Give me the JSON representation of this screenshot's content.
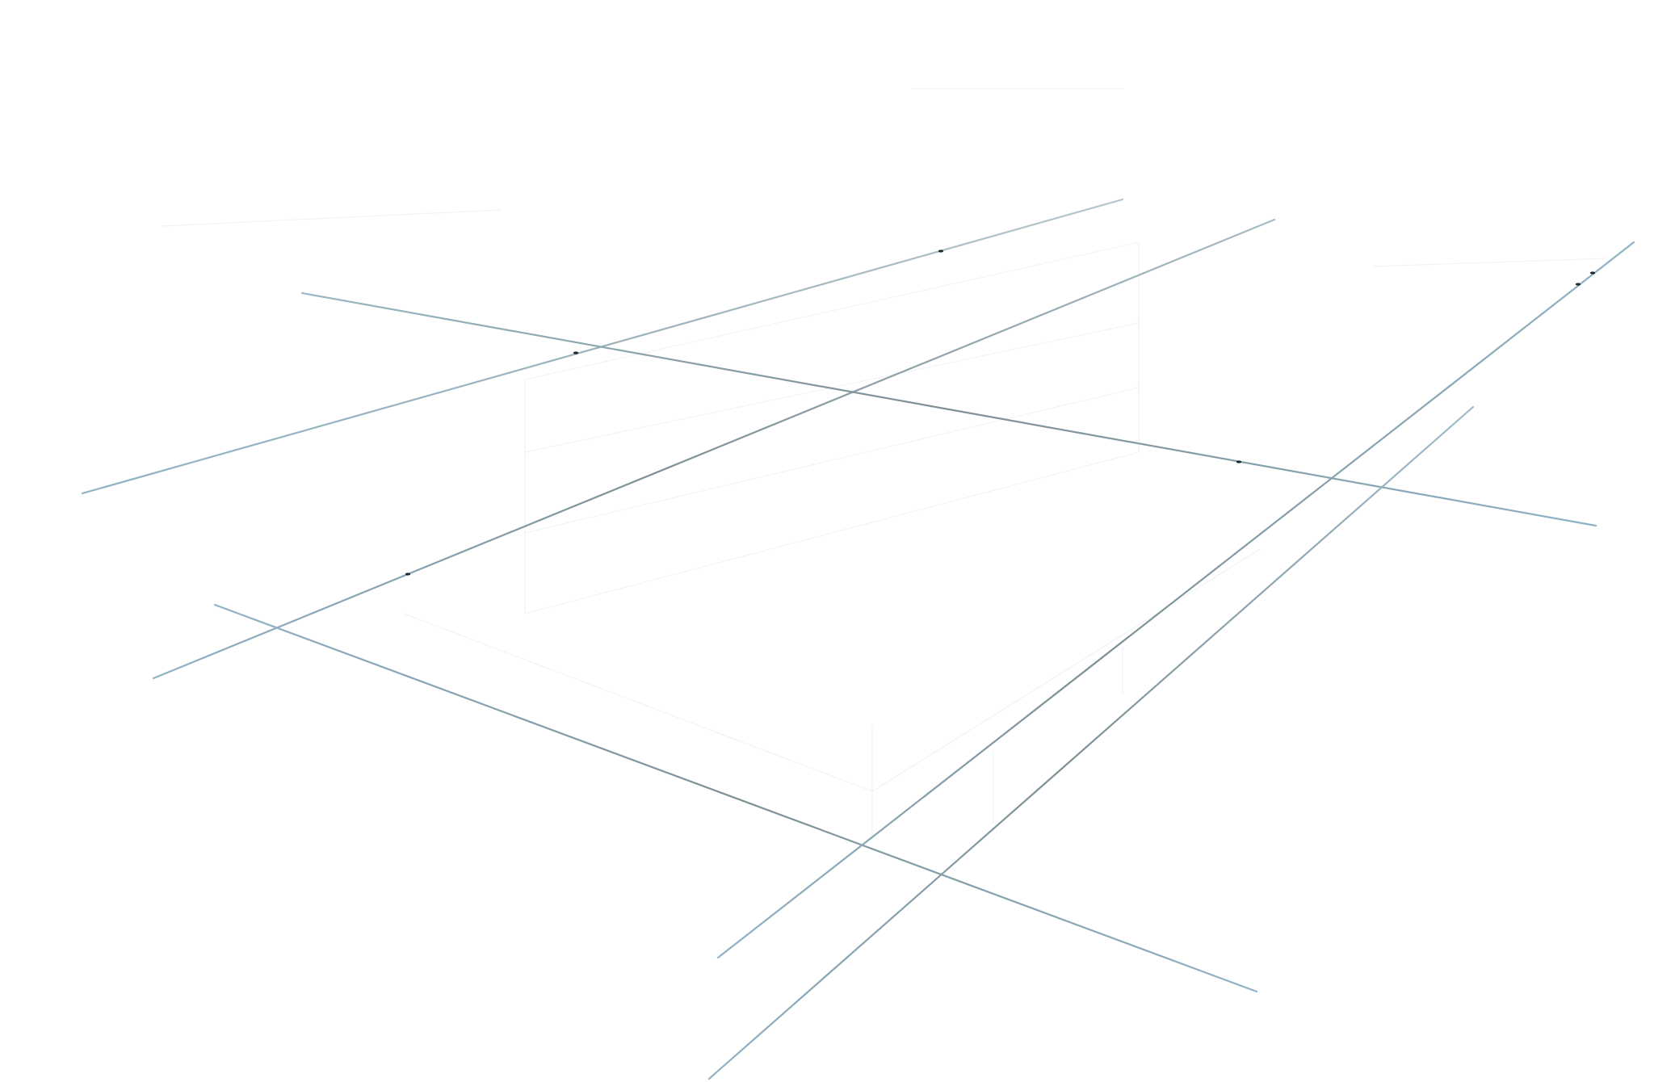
{
  "diagram": {
    "kind": "perspective-line-sketch",
    "background_color": "#ffffff",
    "line_colors": {
      "outer": "#8fb3c6",
      "inner": "#7e8f96",
      "tick": "#1f2a30",
      "faint": "#eef1f2"
    },
    "lines": [
      {
        "name": "line-upper-left-rising",
        "from": [
          102,
          611
        ],
        "to": [
          1390,
          247
        ]
      },
      {
        "name": "line-long-diagonal",
        "from": [
          190,
          840
        ],
        "to": [
          1578,
          272
        ]
      },
      {
        "name": "line-top-descending",
        "from": [
          374,
          363
        ],
        "to": [
          1976,
          651
        ]
      },
      {
        "name": "line-lower-descending",
        "from": [
          266,
          749
        ],
        "to": [
          1556,
          1228
        ]
      },
      {
        "name": "line-right-steep-inner",
        "from": [
          889,
          1186
        ],
        "to": [
          2023,
          300
        ]
      },
      {
        "name": "line-right-steep-outer",
        "from": [
          878,
          1336
        ],
        "to": [
          1824,
          504
        ]
      }
    ],
    "ticks": [
      {
        "name": "tick-mark-1",
        "at": [
          713,
          437
        ]
      },
      {
        "name": "tick-mark-2",
        "at": [
          1165,
          311
        ]
      },
      {
        "name": "tick-mark-3",
        "at": [
          505,
          711
        ]
      },
      {
        "name": "tick-mark-4",
        "at": [
          1534,
          572
        ]
      },
      {
        "name": "tick-mark-5",
        "at": [
          1954,
          352
        ]
      },
      {
        "name": "tick-mark-6",
        "at": [
          1972,
          338
        ]
      }
    ]
  }
}
